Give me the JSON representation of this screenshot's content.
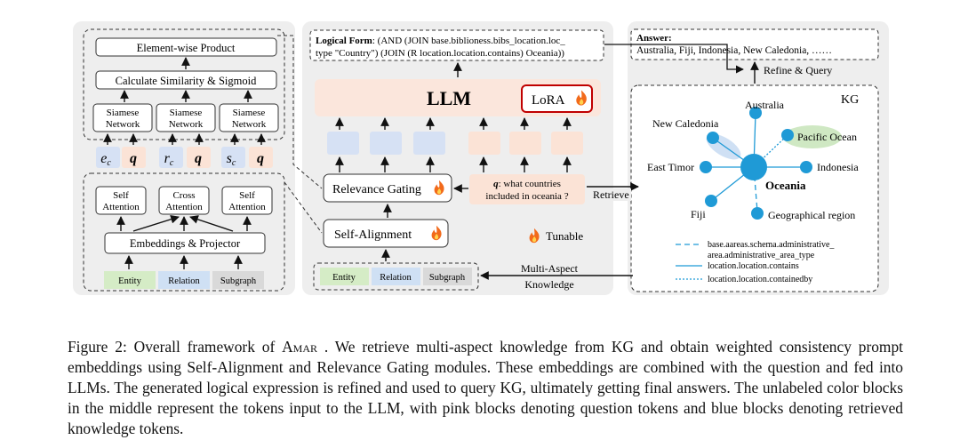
{
  "colors": {
    "panel_bg": "#eeeeee",
    "llm_band": "#fbe6dc",
    "blue_token": "#d6e1f4",
    "pink_token": "#fbe3d6",
    "entity_green": "#d5ecc6",
    "relation_blue": "#cfe0f4",
    "subgraph_gray": "#d9d9d9",
    "node_blue": "#1f9ad6",
    "lora_border": "#c00000",
    "pacific_ellipse": "#cfe8c3"
  },
  "left_panel": {
    "element_wise_product": "Element-wise Product",
    "calc_similarity": "Calculate Similarity & Sigmoid",
    "siamese_line1": "Siamese",
    "siamese_line2": "Network",
    "tokens": {
      "ec": "e",
      "ec_sub": "c",
      "q": "q",
      "rc": "r",
      "rc_sub": "c",
      "sc": "s",
      "sc_sub": "c"
    },
    "self_line1": "Self",
    "attention": "Attention",
    "cross_line1": "Cross",
    "embeddings_projector": "Embeddings & Projector",
    "entity": "Entity",
    "relation": "Relation",
    "subgraph": "Subgraph"
  },
  "middle_panel": {
    "logical_form_label": "Logical Form",
    "logical_form_line1_rest": ": (AND (JOIN base.biblioness.bibs_location.loc_",
    "logical_form_line2": "type \"Country\") (JOIN (R location.location.contains) Oceania))",
    "llm": "LLM",
    "lora": "LoRA",
    "relevance_gating": "Relevance Gating",
    "self_alignment": "Self-Alignment",
    "question_q": "q",
    "question_line1": ": what countries",
    "question_line2": "included in oceania ?",
    "tunable": "Tunable",
    "entity": "Entity",
    "relation": "Relation",
    "subgraph": "Subgraph"
  },
  "right_panel": {
    "answer_label": "Answer:",
    "answer_text": "Australia, Fiji, Indonesia, New Caledonia, ……",
    "refine_query": "Refine & Query",
    "kg": "KG",
    "nodes": {
      "australia": "Australia",
      "new_caledonia": "New Caledonia",
      "pacific_ocean": "Pacific Ocean",
      "east_timor": "East Timor",
      "oceania": "Oceania",
      "indonesia": "Indonesia",
      "fiji": "Fiji",
      "geographical_region": "Geographical region"
    },
    "legend": [
      "base.aareas.schema.administrative_",
      "area.administrative_area_type",
      "location.location.contains",
      "location.location.containedby"
    ]
  },
  "connectors": {
    "retrieve": "Retrieve",
    "multi_aspect": "Multi-Aspect",
    "knowledge": "Knowledge"
  },
  "caption": {
    "prefix": "Figure 2: Overall framework of ",
    "model_name": "Amar",
    "rest": " . We retrieve multi-aspect knowledge from KG and obtain weighted consistency prompt embeddings using Self-Alignment and Relevance Gating modules. These embeddings are combined with the question and fed into LLMs. The generated logical expression is refined and used to query KG, ultimately getting final answers. The unlabeled color blocks in the middle represent the tokens input to the LLM, with pink blocks denoting question tokens and blue blocks denoting retrieved knowledge tokens."
  }
}
